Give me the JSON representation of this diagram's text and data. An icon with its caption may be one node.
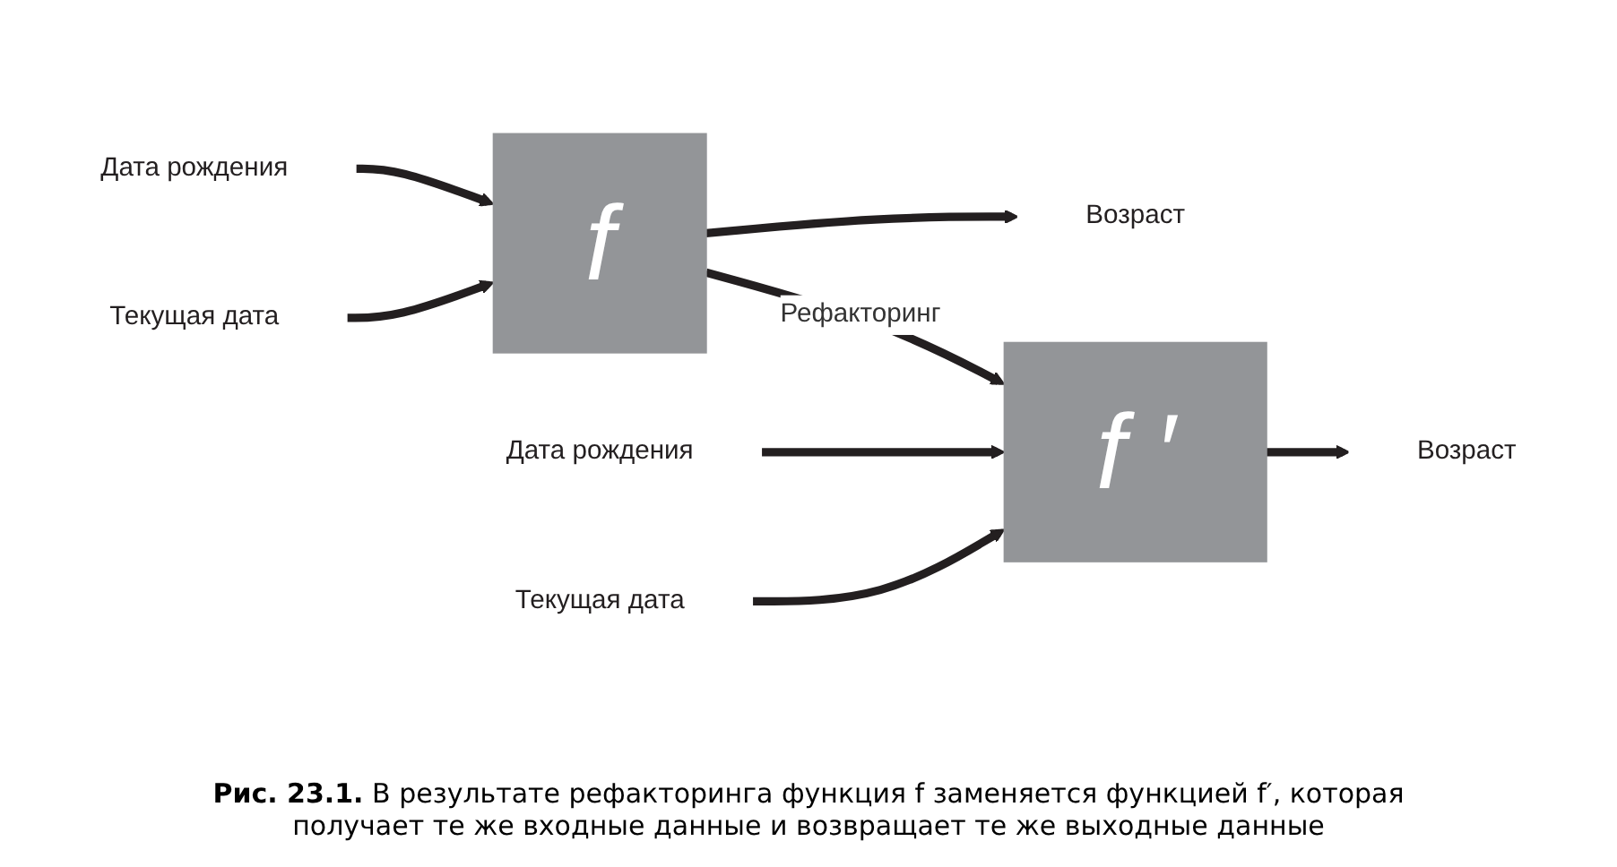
{
  "diagram": {
    "caption": "**Рис. 23.1.** В результате рефакторинга функция f заменяется функцией f′, которая получает те же входные данные и возвращает те же выходные данные",
    "nodes": [
      {
        "text": [
          "Дата рождения"
        ]
      },
      {
        "text": [
          "Текущая дата"
        ]
      },
      {
        "text": [
          "f"
        ]
      },
      {
        "text": [
          "Возраст"
        ]
      },
      {
        "text": [
          "Дата рождения"
        ]
      },
      {
        "text": [
          "Текущая дата"
        ]
      },
      {
        "text": [
          "f ′"
        ]
      },
      {
        "text": [
          "Возраст"
        ]
      }
    ],
    "edges": [
      {
        "from": 0,
        "to": 2,
        "arrow": "to"
      },
      {
        "from": 1,
        "to": 2,
        "arrow": "to"
      },
      {
        "from": 2,
        "to": 3,
        "arrow": "to"
      },
      {
        "from": 2,
        "to": 6,
        "arrow": "to",
        "label": "Рефакторинг"
      },
      {
        "from": 4,
        "to": 6,
        "arrow": "to"
      },
      {
        "from": 5,
        "to": 6,
        "arrow": "to"
      },
      {
        "from": 6,
        "to": 7,
        "arrow": "to"
      }
    ]
  }
}
